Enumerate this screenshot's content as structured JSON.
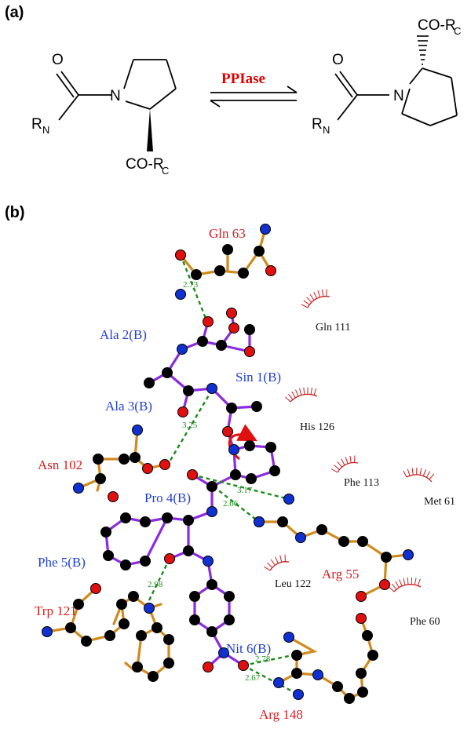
{
  "panel_a": {
    "label": "(a)",
    "enzyme_label": "PPIase",
    "left_molecule": {
      "oxygen": "O",
      "nitrogen": "N",
      "r_main": "R",
      "r_main_sub": "N",
      "ester_text": "CO-R",
      "ester_sub": "C"
    },
    "right_molecule": {
      "oxygen": "O",
      "nitrogen": "N",
      "r_main": "R",
      "r_main_sub": "N",
      "ester_text": "CO-R",
      "ester_sub": "C"
    }
  },
  "panel_b": {
    "label": "(b)",
    "residues": [
      {
        "key": "gln63",
        "text": "Gln 63",
        "color": "#d42020"
      },
      {
        "key": "ala2",
        "text": "Ala 2(B)",
        "color": "#1f3fd6"
      },
      {
        "key": "sin1",
        "text": "Sin 1(B)",
        "color": "#1f3fd6"
      },
      {
        "key": "ala3",
        "text": "Ala 3(B)",
        "color": "#1f3fd6"
      },
      {
        "key": "asn102",
        "text": "Asn 102",
        "color": "#d42020"
      },
      {
        "key": "pro4",
        "text": "Pro 4(B)",
        "color": "#1f3fd6"
      },
      {
        "key": "phe5",
        "text": "Phe 5(B)",
        "color": "#1f3fd6"
      },
      {
        "key": "trp121",
        "text": "Trp 121",
        "color": "#d42020"
      },
      {
        "key": "arg55",
        "text": "Arg 55",
        "color": "#d42020"
      },
      {
        "key": "nit6",
        "text": "Nit 6(B)",
        "color": "#1f3fd6"
      },
      {
        "key": "arg148",
        "text": "Arg 148",
        "color": "#d42020"
      }
    ],
    "hydrophobic": [
      {
        "key": "gln111",
        "text": "Gln 111"
      },
      {
        "key": "his126",
        "text": "His 126"
      },
      {
        "key": "phe113",
        "text": "Phe 113"
      },
      {
        "key": "met61",
        "text": "Met 61"
      },
      {
        "key": "leu122",
        "text": "Leu 122"
      },
      {
        "key": "phe60",
        "text": "Phe 60"
      }
    ],
    "hbond_distances": [
      "2.73",
      "3.25",
      "3.17",
      "2.66",
      "2.98",
      "2.78",
      "2.67"
    ],
    "colors": {
      "ligand_bond": "#8a2be2",
      "protein_bond": "#d08a1e",
      "hbond": "#1c8a1c",
      "carbon": "#000000",
      "oxygen": "#e01010",
      "nitrogen": "#1030d0",
      "hydrophobic_arc": "#c81e1e"
    }
  }
}
